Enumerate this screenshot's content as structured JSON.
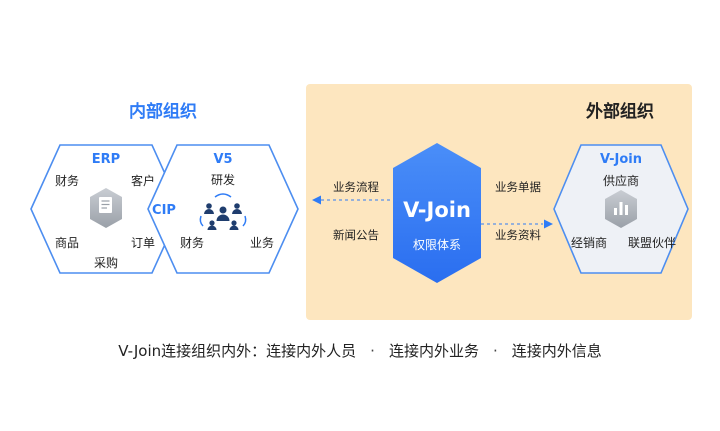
{
  "internal": {
    "title": "内部组织",
    "erp": {
      "title": "ERP",
      "items": [
        "财务",
        "客户",
        "商品",
        "订单",
        "采购"
      ],
      "icon": "document-icon"
    },
    "cip_label": "CIP",
    "v5": {
      "title": "V5",
      "items": [
        "研发",
        "财务",
        "业务"
      ],
      "icon": "team-network-icon"
    }
  },
  "external": {
    "title": "外部组织",
    "vjoin_node": {
      "title": "V-Join",
      "items": [
        "供应商",
        "经销商",
        "联盟伙伴"
      ],
      "icon": "bar-chart-icon"
    }
  },
  "center": {
    "title": "V-Join",
    "subtitle": "权限体系"
  },
  "flows": {
    "left_top": "业务流程",
    "left_bottom": "新闻公告",
    "right_top": "业务单据",
    "right_bottom": "业务资料"
  },
  "caption": {
    "lead": "V-Join连接组织内外：",
    "items": [
      "连接内外人员",
      "连接内外业务",
      "连接内外信息"
    ],
    "separator": "·"
  },
  "colors": {
    "brand_blue": "#2f7cf6",
    "panel_bg": "#fde6bf",
    "hex_border": "#4d8ef0",
    "hex_fill": "#ffffff",
    "vjoin_fill": "#eef1f6"
  }
}
